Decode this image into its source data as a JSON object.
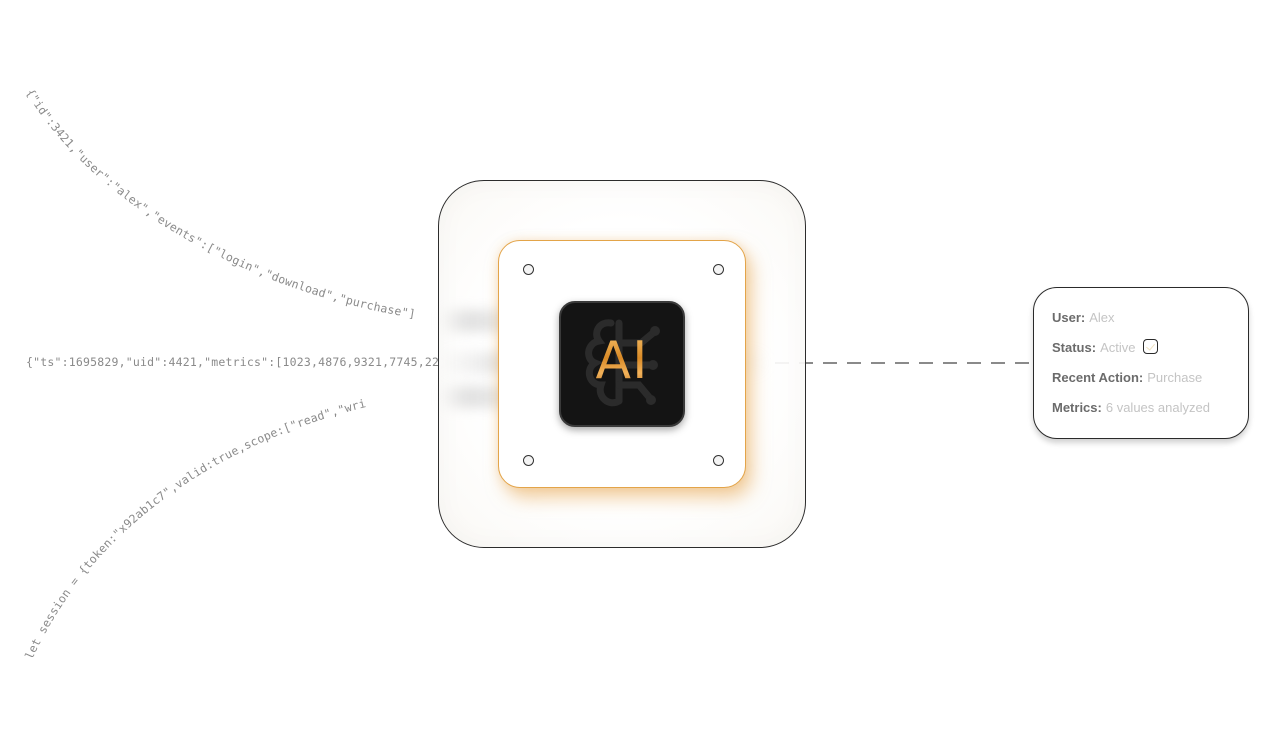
{
  "streams": {
    "top": "{\"id\":3421,\"user\":\"alex\",\"events\":[\"login\",\"download\",\"purchase\"]",
    "middle": "{\"ts\":1695829,\"uid\":4421,\"metrics\":[1023,4876,9321,7745,22",
    "bottom": "let session = {token:\"x92ab1c7\",valid:true,scope:[\"read\",\"wri"
  },
  "processor": {
    "label": "AI",
    "icon": "brain-circuit-icon",
    "accent_color": "#e3a449",
    "core_color": "#141414"
  },
  "connector": {
    "style": "dashed",
    "color": "#8a8a8a"
  },
  "info_card": {
    "rows": [
      {
        "key": "User:",
        "value": "Alex"
      },
      {
        "key": "Status:",
        "value": "Active"
      },
      {
        "key": "Recent Action:",
        "value": "Purchase"
      },
      {
        "key": "Metrics:",
        "value": "6 values analyzed"
      }
    ]
  }
}
